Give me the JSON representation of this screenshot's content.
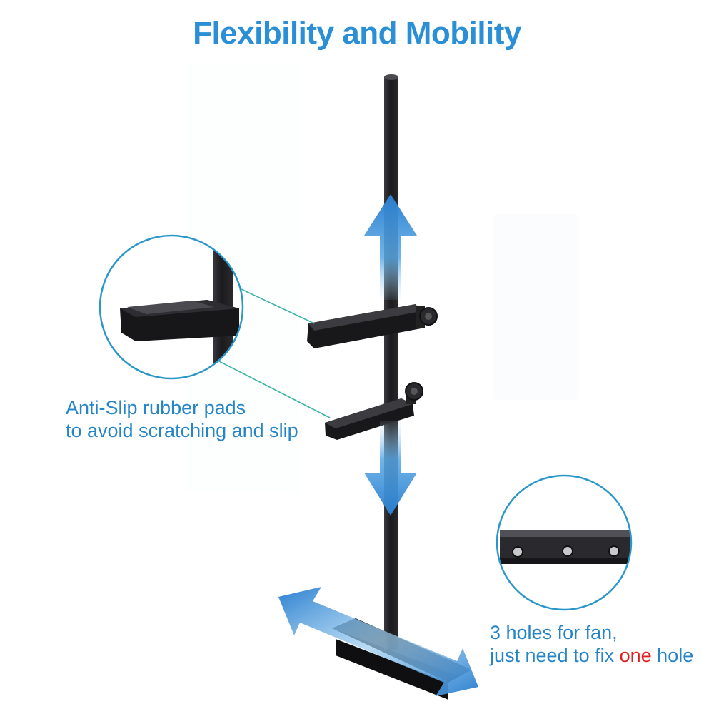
{
  "title": "Flexibility and Mobility",
  "colors": {
    "title": "#2a8fd6",
    "caption": "#2585c8",
    "highlight": "#e02020",
    "circle_border": "#2b97c9",
    "leader_line": "#3cb3a6",
    "arrow": "#2b86d1",
    "metal": "#1f1f22"
  },
  "callout_pads": {
    "icon": "rubber-pad-closeup",
    "line1": "Anti-Slip rubber pads",
    "line2": "to avoid scratching and slip"
  },
  "callout_holes": {
    "icon": "three-holes-closeup",
    "line1": "3 holes for fan,",
    "line2_before": "just need to fix ",
    "line2_highlight": "one",
    "line2_after": " hole"
  }
}
